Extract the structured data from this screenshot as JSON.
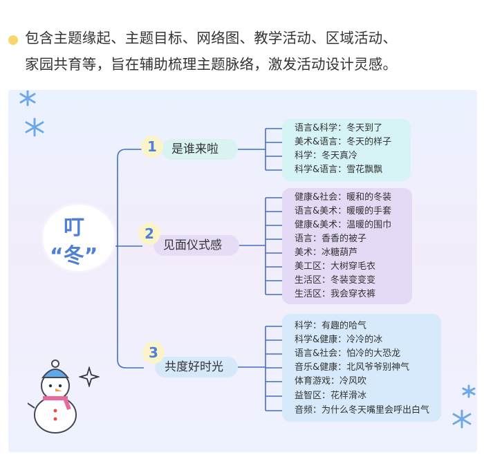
{
  "intro": {
    "line1": "包含主题缘起、主题目标、网络图、教学活动、区域活动、",
    "line2": "家园共育等，旨在辅助梳理主题脉络，激发活动设计灵感。"
  },
  "root": {
    "line1": "叮",
    "line2": "“冬”"
  },
  "topics": [
    {
      "num": "1",
      "label": "是谁来啦"
    },
    {
      "num": "2",
      "label": "见面仪式感"
    },
    {
      "num": "3",
      "label": "共度好时光"
    }
  ],
  "leaves1": [
    "语言&科学：冬天到了",
    "美术&语言：冬天的样子",
    "科学：冬天真冷",
    "科学&语言：雪花飘飘"
  ],
  "leaves2": [
    "健康&社会：暖和的冬装",
    "语言&美术：暖暖的手套",
    "健康&美术：温暖的围巾",
    "语言：香香的被子",
    "美术：冰糖葫芦",
    "美工区：大树穿毛衣",
    "生活区：冬装变变变",
    "生活区：我会穿衣裤"
  ],
  "leaves3": [
    "科学：有趣的哈气",
    "科学&健康：冷冷的冰",
    "语言&社会：怕冷的大恐龙",
    "音乐&健康：北风爷爷别神气",
    "体育游戏：冷风吹",
    "益智区：花样滑冰",
    "音频：为什么冬天嘴里会呼出白气"
  ],
  "colors": {
    "branch": "#3f6fc6",
    "title": "#4f7fd6",
    "dot": "#f5d76e"
  },
  "icons": [
    "snowflake-icon",
    "snowman-icon",
    "sparkle-icon"
  ]
}
